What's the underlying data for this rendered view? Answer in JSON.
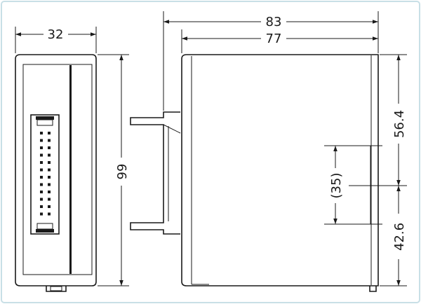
{
  "drawing": {
    "colors": {
      "line": "#1a1a1a",
      "frame": "#c8dfe6",
      "background": "#ffffff"
    },
    "front_view": {
      "width_label": "32",
      "height_label": "99"
    },
    "side_view": {
      "overall_depth_label": "83",
      "body_depth_label": "77",
      "upper_offset_label": "56.4",
      "rail_width_label": "(35)",
      "lower_offset_label": "42.6"
    }
  }
}
